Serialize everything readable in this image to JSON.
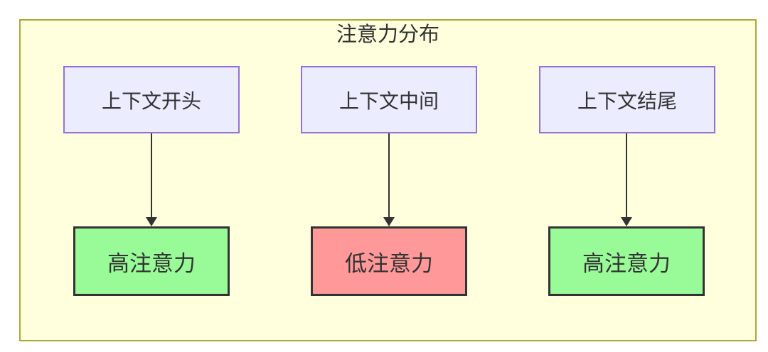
{
  "diagram": {
    "type": "flowchart-top-down",
    "title": "注意力分布",
    "columns": [
      {
        "source": {
          "label": "上下文开头"
        },
        "target": {
          "label": "高注意力",
          "level": "high"
        }
      },
      {
        "source": {
          "label": "上下文中间"
        },
        "target": {
          "label": "低注意力",
          "level": "low"
        }
      },
      {
        "source": {
          "label": "上下文结尾"
        },
        "target": {
          "label": "高注意力",
          "level": "high"
        }
      }
    ],
    "colors": {
      "group_bg": "#ffffde",
      "group_border": "#aaaa33",
      "source_node_bg": "#ececff",
      "source_node_border": "#9370db",
      "high_attention_bg": "#98fb98",
      "low_attention_bg": "#ff9999",
      "node_border_dark": "#333333",
      "text": "#333333",
      "arrow": "#333333"
    }
  }
}
